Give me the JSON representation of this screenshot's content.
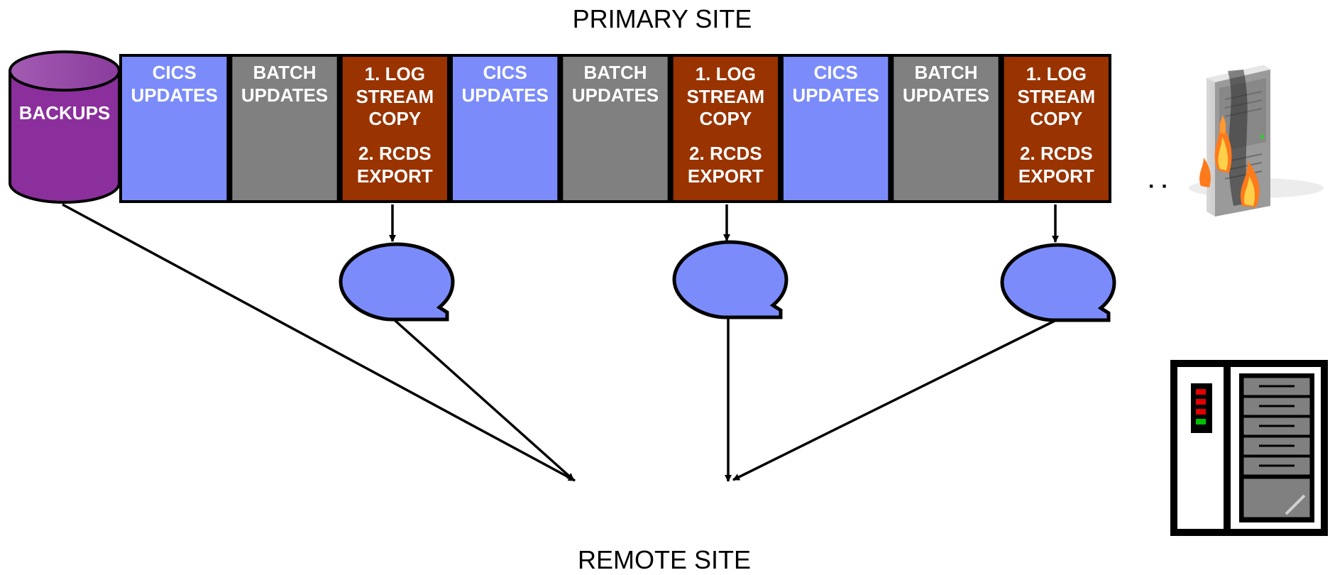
{
  "title_top": "PRIMARY SITE",
  "title_bottom": "REMOTE SITE",
  "backups_label": "BACKUPS",
  "continuation": "· ·",
  "colors": {
    "cics": "#7b8cfa",
    "batch": "#808080",
    "log": "#993300",
    "bubble": "#7b8cfa",
    "backups": "#8b2f9c"
  },
  "blocks": [
    {
      "kind": "cics",
      "lines": [
        "CICS",
        "UPDATES"
      ]
    },
    {
      "kind": "batch",
      "lines": [
        "BATCH",
        "UPDATES"
      ]
    },
    {
      "kind": "log",
      "lines": [
        "1. LOG",
        "STREAM",
        "COPY",
        "2. RCDS",
        "EXPORT"
      ]
    },
    {
      "kind": "cics",
      "lines": [
        "CICS",
        "UPDATES"
      ]
    },
    {
      "kind": "batch",
      "lines": [
        "BATCH",
        "UPDATES"
      ]
    },
    {
      "kind": "log",
      "lines": [
        "1. LOG",
        "STREAM",
        "COPY",
        "2. RCDS",
        "EXPORT"
      ]
    },
    {
      "kind": "cics",
      "lines": [
        "CICS",
        "UPDATES"
      ]
    },
    {
      "kind": "batch",
      "lines": [
        "BATCH",
        "UPDATES"
      ]
    },
    {
      "kind": "log",
      "lines": [
        "1. LOG",
        "STREAM",
        "COPY",
        "2. RCDS",
        "EXPORT"
      ]
    }
  ],
  "icons": {
    "primary_server": "burning-server-icon",
    "remote_server": "server-rack-icon"
  }
}
